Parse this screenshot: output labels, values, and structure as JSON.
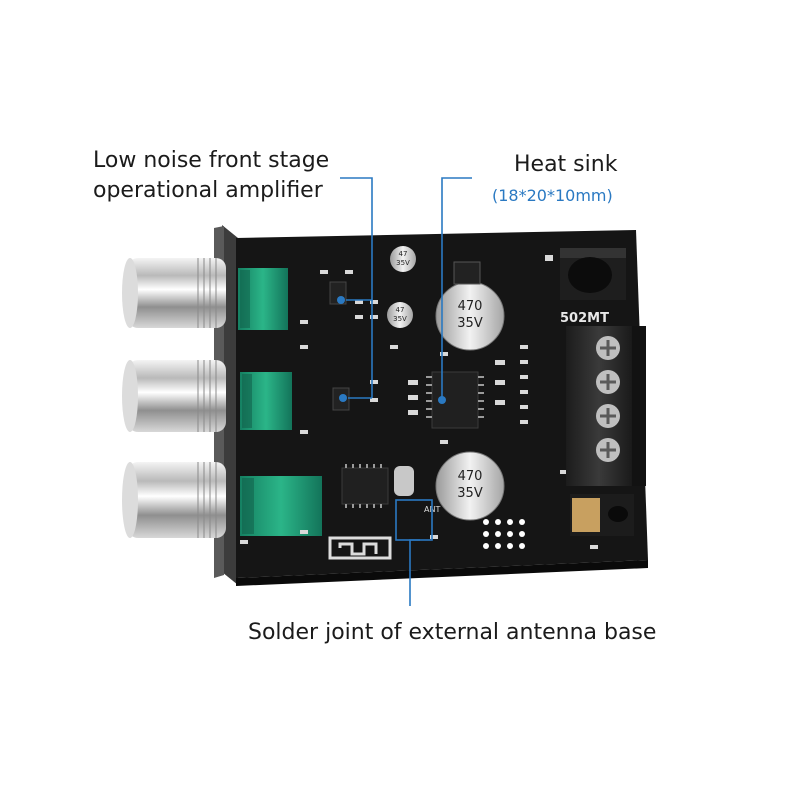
{
  "callouts": {
    "amplifier_line1": "Low noise front stage",
    "amplifier_line2": "operational amplifier",
    "heatsink_title": "Heat sink",
    "heatsink_size": "(18*20*10mm)",
    "antenna": "Solder joint of external antenna base"
  },
  "board": {
    "model": "502MT",
    "cap_value": "470",
    "cap_voltage": "35V",
    "small_cap_value": "47",
    "small_cap_voltage": "35V",
    "ant_label": "ANT"
  },
  "colors": {
    "callout_line": "#2a79c2",
    "pcb": "#151515",
    "potentiometer": "#1f9a72",
    "terminal": "#2a2a2a"
  },
  "icons": [
    "knob-icon",
    "potentiometer-icon",
    "capacitor-icon",
    "terminal-block-icon",
    "audio-jack-icon",
    "chip-icon",
    "antenna-icon"
  ]
}
